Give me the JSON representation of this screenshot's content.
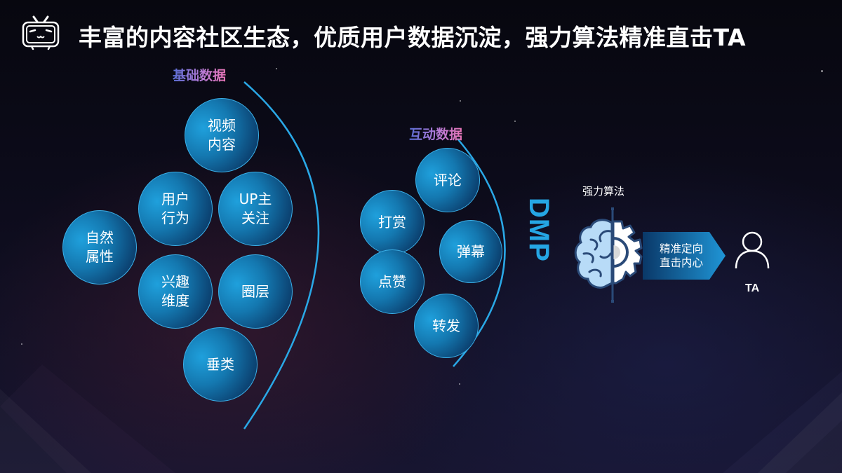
{
  "header": {
    "logo_icon": "bilibili-tv-icon",
    "title": "丰富的内容社区生态，优质用户数据沉淀，强力算法精准直击TA"
  },
  "basic_data": {
    "label": "基础数据",
    "bubbles": [
      {
        "line1": "视频",
        "line2": "内容"
      },
      {
        "line1": "用户",
        "line2": "行为"
      },
      {
        "line1": "UP主",
        "line2": "关注"
      },
      {
        "line1": "自然",
        "line2": "属性"
      },
      {
        "line1": "兴趣",
        "line2": "维度"
      },
      {
        "line1": "圈层",
        "line2": ""
      },
      {
        "line1": "垂类",
        "line2": ""
      }
    ]
  },
  "interaction_data": {
    "label": "互动数据",
    "bubbles": [
      {
        "text": "评论"
      },
      {
        "text": "打赏"
      },
      {
        "text": "弹幕"
      },
      {
        "text": "点赞"
      },
      {
        "text": "转发"
      }
    ]
  },
  "dmp": {
    "label": "DMP"
  },
  "algorithm": {
    "label": "强力算法",
    "icon": "brain-gear-icon",
    "arrow_line1": "精准定向",
    "arrow_line2": "直击内心"
  },
  "target": {
    "icon": "user-icon",
    "label": "TA"
  },
  "colors": {
    "accent_blue": "#25a6e4",
    "arc_blue": "#2aa8e6",
    "label_gradient_start": "#5a6fd6",
    "label_gradient_end": "#ea76b8",
    "background": "#0d0c1c"
  }
}
